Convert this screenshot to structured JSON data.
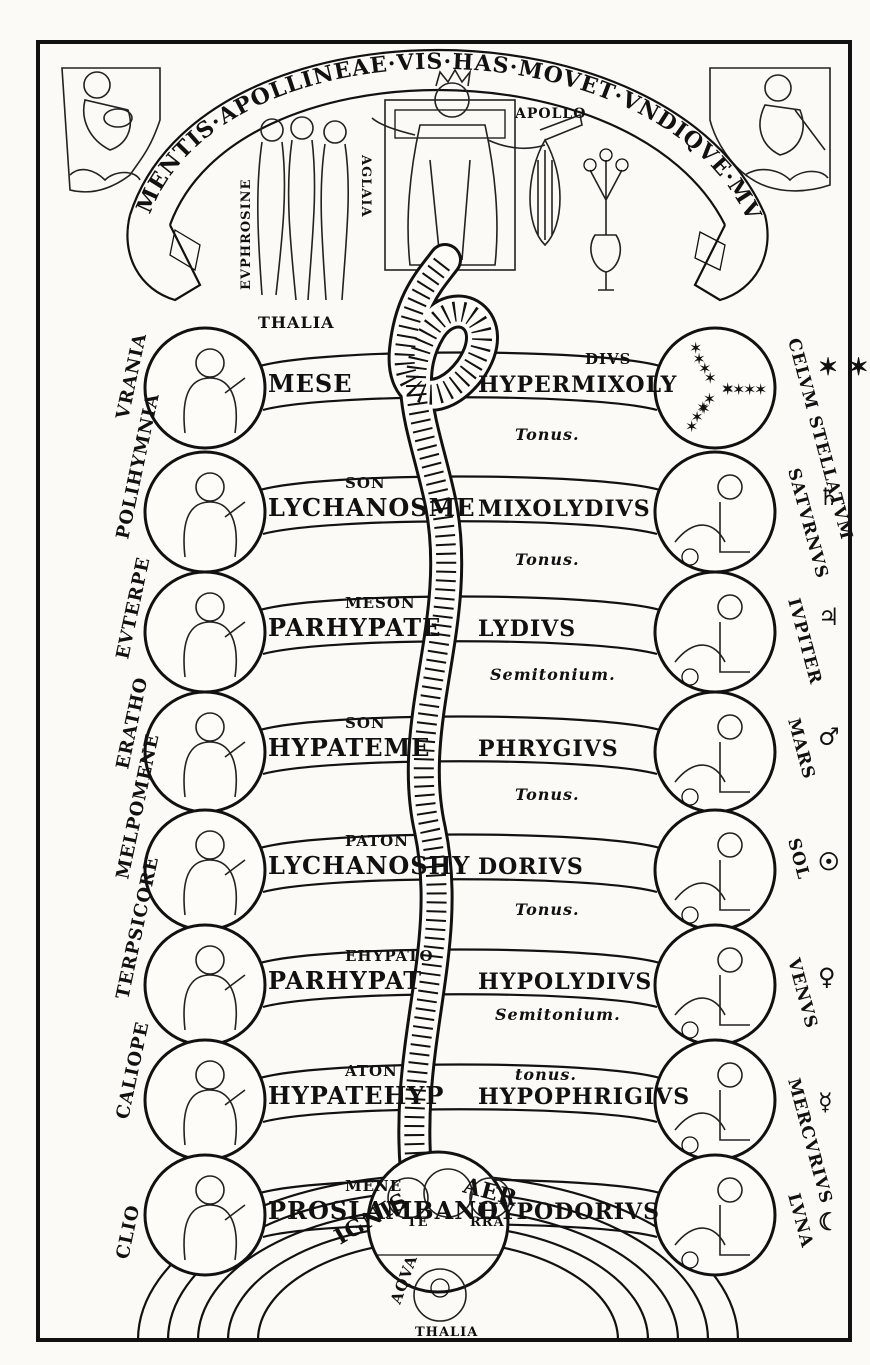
{
  "banner": {
    "motto": "MENTIS·APOLLINEAE·VIS·HAS·MOVET·VNDIQVE·MVSAS",
    "apollo": "APOLLO",
    "graces": [
      "EVPHROSINE",
      "AGLAIA",
      "THALIA"
    ]
  },
  "muses": [
    "CLIO",
    "CALIOPE",
    "TERPSICORE",
    "MELPOMENE",
    "ERATHO",
    "EVTERPE",
    "POLIHYMNIA",
    "VRANIA"
  ],
  "planets": [
    "LVNA",
    "MERCVRIVS",
    "VENVS",
    "SOL",
    "MARS",
    "IVPITER",
    "SATVRNVS",
    "CELVM STELLATVM"
  ],
  "planet_symbols": [
    "☾",
    "☿",
    "♀",
    "☉",
    "♂",
    "♃",
    "♄",
    "✶ ✶ ✶"
  ],
  "strings": {
    "left": [
      "MESE",
      "LYCHANOSME",
      "PARHYPATE",
      "HYPATEME",
      "LYCHANOSHY",
      "PARHYPAT",
      "HYPATEHYP",
      "PROSLAMBANO"
    ],
    "left_small": [
      "",
      "SON",
      "MESON",
      "SON",
      "PATON",
      "EHYPATO",
      "ATON",
      "MENE"
    ],
    "right": [
      "HYPERMIXOLY",
      "MIXOLYDIVS",
      "LYDIVS",
      "PHRYGIVS",
      "DORIVS",
      "HYPOLYDIVS",
      "HYPOPHRIGIVS",
      "HYPODORIVS"
    ],
    "right_small": [
      "DIVS",
      "",
      "",
      "",
      "",
      "",
      "",
      ""
    ]
  },
  "intervals": [
    "Tonus.",
    "Tonus.",
    "Semitonium.",
    "Tonus.",
    "Tonus.",
    "Semitonium.",
    "tonus.",
    ""
  ],
  "elements": {
    "ignis": "IGNIS",
    "aer": "AER",
    "aqua": "AQVA",
    "terra_left": "TE",
    "terra_right": "RRA",
    "thalia_bottom": "THALIA"
  }
}
